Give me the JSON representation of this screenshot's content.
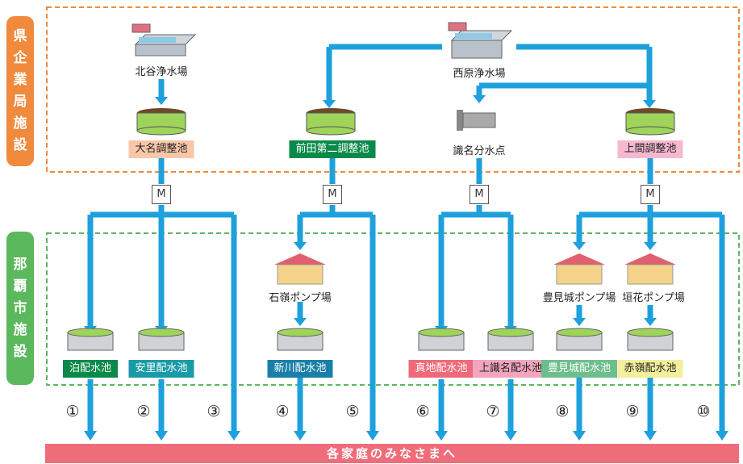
{
  "sections": {
    "prefecture": "県企業局施設",
    "city": "那覇市施設"
  },
  "plants": {
    "kitadani": "北谷浄水場",
    "nishihara": "西原浄水場"
  },
  "prefecture_nodes": {
    "ona": "大名調整池",
    "maeda": "前田第二調整池",
    "shikina": "識名分水点",
    "uema": "上間調整池"
  },
  "meter": "M",
  "pump_stations": {
    "ishimine": "石嶺ポンプ場",
    "tomigusuku": "豊見城ポンプ場",
    "kakinohana": "垣花ポンプ場"
  },
  "reservoirs": [
    {
      "label": "泊配水池",
      "bg": "#0a8a4a",
      "fg": "#ffffff"
    },
    {
      "label": "安里配水池",
      "bg": "#1a9aa8",
      "fg": "#ffffff"
    },
    {
      "label": "新川配水池",
      "bg": "#1a7fa8",
      "fg": "#ffffff"
    },
    {
      "label": "真地配水池",
      "bg": "#ee6a7a",
      "fg": "#ffffff"
    },
    {
      "label": "上識名配水池",
      "bg": "#f2a5bc",
      "fg": "#222222"
    },
    {
      "label": "豊見城配水池",
      "bg": "#6cbf8c",
      "fg": "#ffffff"
    },
    {
      "label": "赤嶺配水池",
      "bg": "#f3ef9c",
      "fg": "#222222"
    }
  ],
  "circled_numbers": [
    "①",
    "②",
    "③",
    "④",
    "⑤",
    "⑥",
    "⑦",
    "⑧",
    "⑨",
    "⑩"
  ],
  "footer": "各家庭のみなさまへ",
  "colors": {
    "pipe": "#1ea0dc",
    "prefecture_border": "#f08a3c",
    "city_border": "#5cb85c",
    "tank_green": "#9ed45a"
  }
}
